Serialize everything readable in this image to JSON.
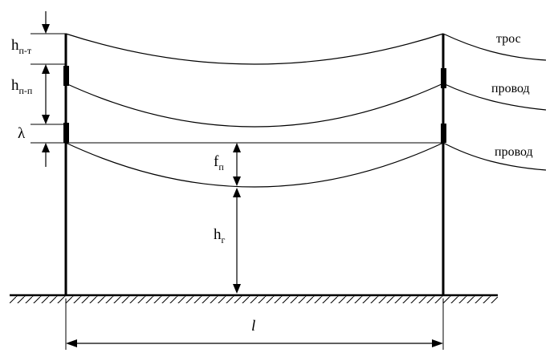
{
  "labels": {
    "h_pt_main": "h",
    "h_pt_sub": "п-т",
    "h_pp_main": "h",
    "h_pp_sub": "п-п",
    "lambda": "λ",
    "f_main": "f",
    "f_sub": "п",
    "hg_main": "h",
    "hg_sub": "г",
    "span": "l"
  },
  "wires": {
    "tros": "трос",
    "provod_upper": "провод",
    "provod_lower": "провод"
  }
}
